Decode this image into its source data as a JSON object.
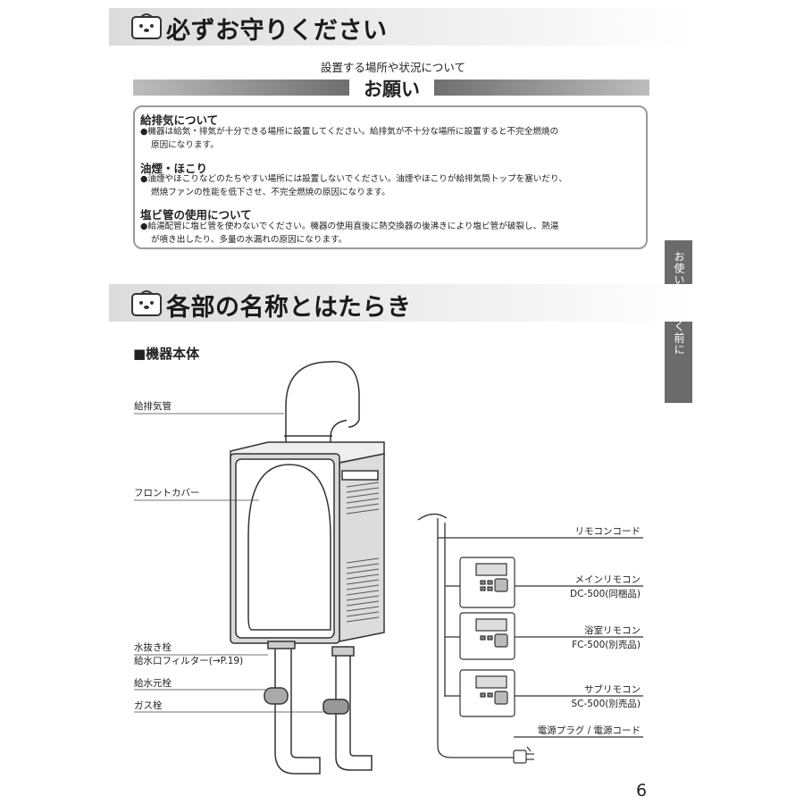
{
  "section1": {
    "title": "必ずお守りください"
  },
  "notice": {
    "subheading": "設置する場所や状況について",
    "banner": "お願い",
    "items": [
      {
        "heading": "給排気について",
        "line1": "●機器は給気・排気が十分できる場所に設置してください。給排気が不十分な場所に設置すると不完全燃焼の",
        "line2": "原因になります。"
      },
      {
        "heading": "油煙・ほこり",
        "line1": "●油煙やほこりなどのたちやすい場所には設置しないでください。油煙やほこりが給排気筒トップを塞いだり、",
        "line2": "燃焼ファンの性能を低下させ、不完全燃焼の原因になります。"
      },
      {
        "heading": "塩ビ管の使用について",
        "line1": "●給湯配管に塩ビ管を使わないでください。機器の使用直後に熱交換器の後沸きにより塩ビ管が破裂し、熱湯",
        "line2": "が噴き出したり、多量の水漏れの原因になります。"
      }
    ]
  },
  "side_tab": {
    "label": "お使いいただく前に"
  },
  "section2": {
    "title": "各部の名称とはたらき",
    "subsection": "■機器本体"
  },
  "labels_left": {
    "exhaust": "給排気管",
    "front_cover": "フロントカバー",
    "drain_plug": "水抜き栓",
    "inlet_filter": "給水口フィルター(→P.19)",
    "water_valve": "給水元栓",
    "gas_valve": "ガス栓"
  },
  "labels_right": {
    "remote_cord": "リモコンコード",
    "main_remote": "メインリモコン",
    "main_remote_model": "DC-500(同梱品)",
    "bath_remote": "浴室リモコン",
    "bath_remote_model": "FC-500(別売品)",
    "sub_remote": "サブリモコン",
    "sub_remote_model": "SC-500(別売品)",
    "power": "電源プラグ / 電源コード"
  },
  "page_number": "6"
}
